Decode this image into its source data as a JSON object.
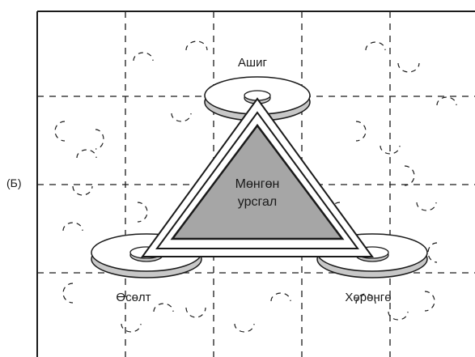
{
  "figure": {
    "side_label": "(Б)",
    "center_label_line1": "Мөнгөн",
    "center_label_line2": "урсгал",
    "corner_labels": {
      "top": "Ашиг",
      "bottom_left": "Өсөлт",
      "bottom_right": "Хөрөнгө"
    }
  },
  "colors": {
    "triangle_fill": "#a6a6a6",
    "disk_fill": "#ffffff",
    "disk_shadow": "#c8c8c8",
    "line": "#1a1a1a"
  }
}
